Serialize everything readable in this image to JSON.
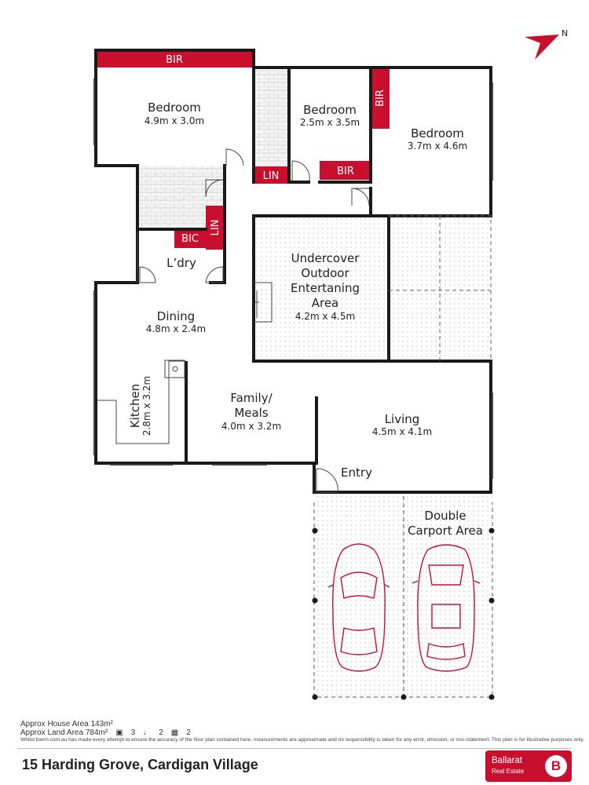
{
  "compass": {
    "label": "N"
  },
  "rooms": {
    "bedroom1": {
      "name": "Bedroom",
      "dims": "4.9m x 3.0m"
    },
    "bedroom2": {
      "name": "Bedroom",
      "dims": "2.5m x 3.5m"
    },
    "bedroom3": {
      "name": "Bedroom",
      "dims": "3.7m x 4.6m"
    },
    "laundry": {
      "name": "L’dry"
    },
    "dining": {
      "name": "Dining",
      "dims": "4.8m x 2.4m"
    },
    "kitchen": {
      "name": "Kitchen",
      "dims": "2.8m x 3.2m"
    },
    "outdoor": {
      "line1": "Undercover",
      "line2": "Outdoor",
      "line3": "Entertaning",
      "line4": "Area",
      "dims": "4.2m x 4.5m"
    },
    "family": {
      "line1": "Family/",
      "line2": "Meals",
      "dims": "4.0m x 3.2m"
    },
    "living": {
      "name": "Living",
      "dims": "4.5m x 4.1m"
    },
    "entry": {
      "name": "Entry"
    },
    "carport": {
      "line1": "Double",
      "line2": "Carport Area"
    }
  },
  "storage": {
    "bir": "BIR",
    "lin": "LIN",
    "bic": "BIC"
  },
  "footer": {
    "house_area": "Approx House Area 143m²",
    "land_area": "Approx Land Area 784m²",
    "bed_count": "3",
    "bath_count": "2",
    "car_count": "2",
    "disclaimer": "Whilst bwrm.com.au has made every attempt to ensure the accuracy of the floor plan contained here, measurements are approximate and no responsibility is taken for any error, omission, or mis-statement. This plan is for illustrative purposes only.",
    "address": "15 Harding Grove, Cardigan Village"
  },
  "logo": {
    "name": "Ballarat",
    "sub": "Real Estate",
    "badge": "B"
  },
  "colors": {
    "accent": "#c8102e",
    "wall": "#1a1a1a",
    "hatch": "#d8d8d8"
  }
}
